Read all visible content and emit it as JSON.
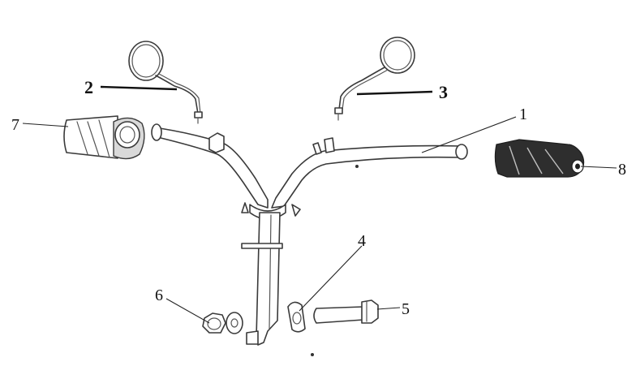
{
  "callouts": {
    "handlebar": "1",
    "mirror_left": "2",
    "mirror_right": "3",
    "collar": "4",
    "bolt": "5",
    "nut": "6",
    "grip_left": "7",
    "grip_right": "8"
  }
}
